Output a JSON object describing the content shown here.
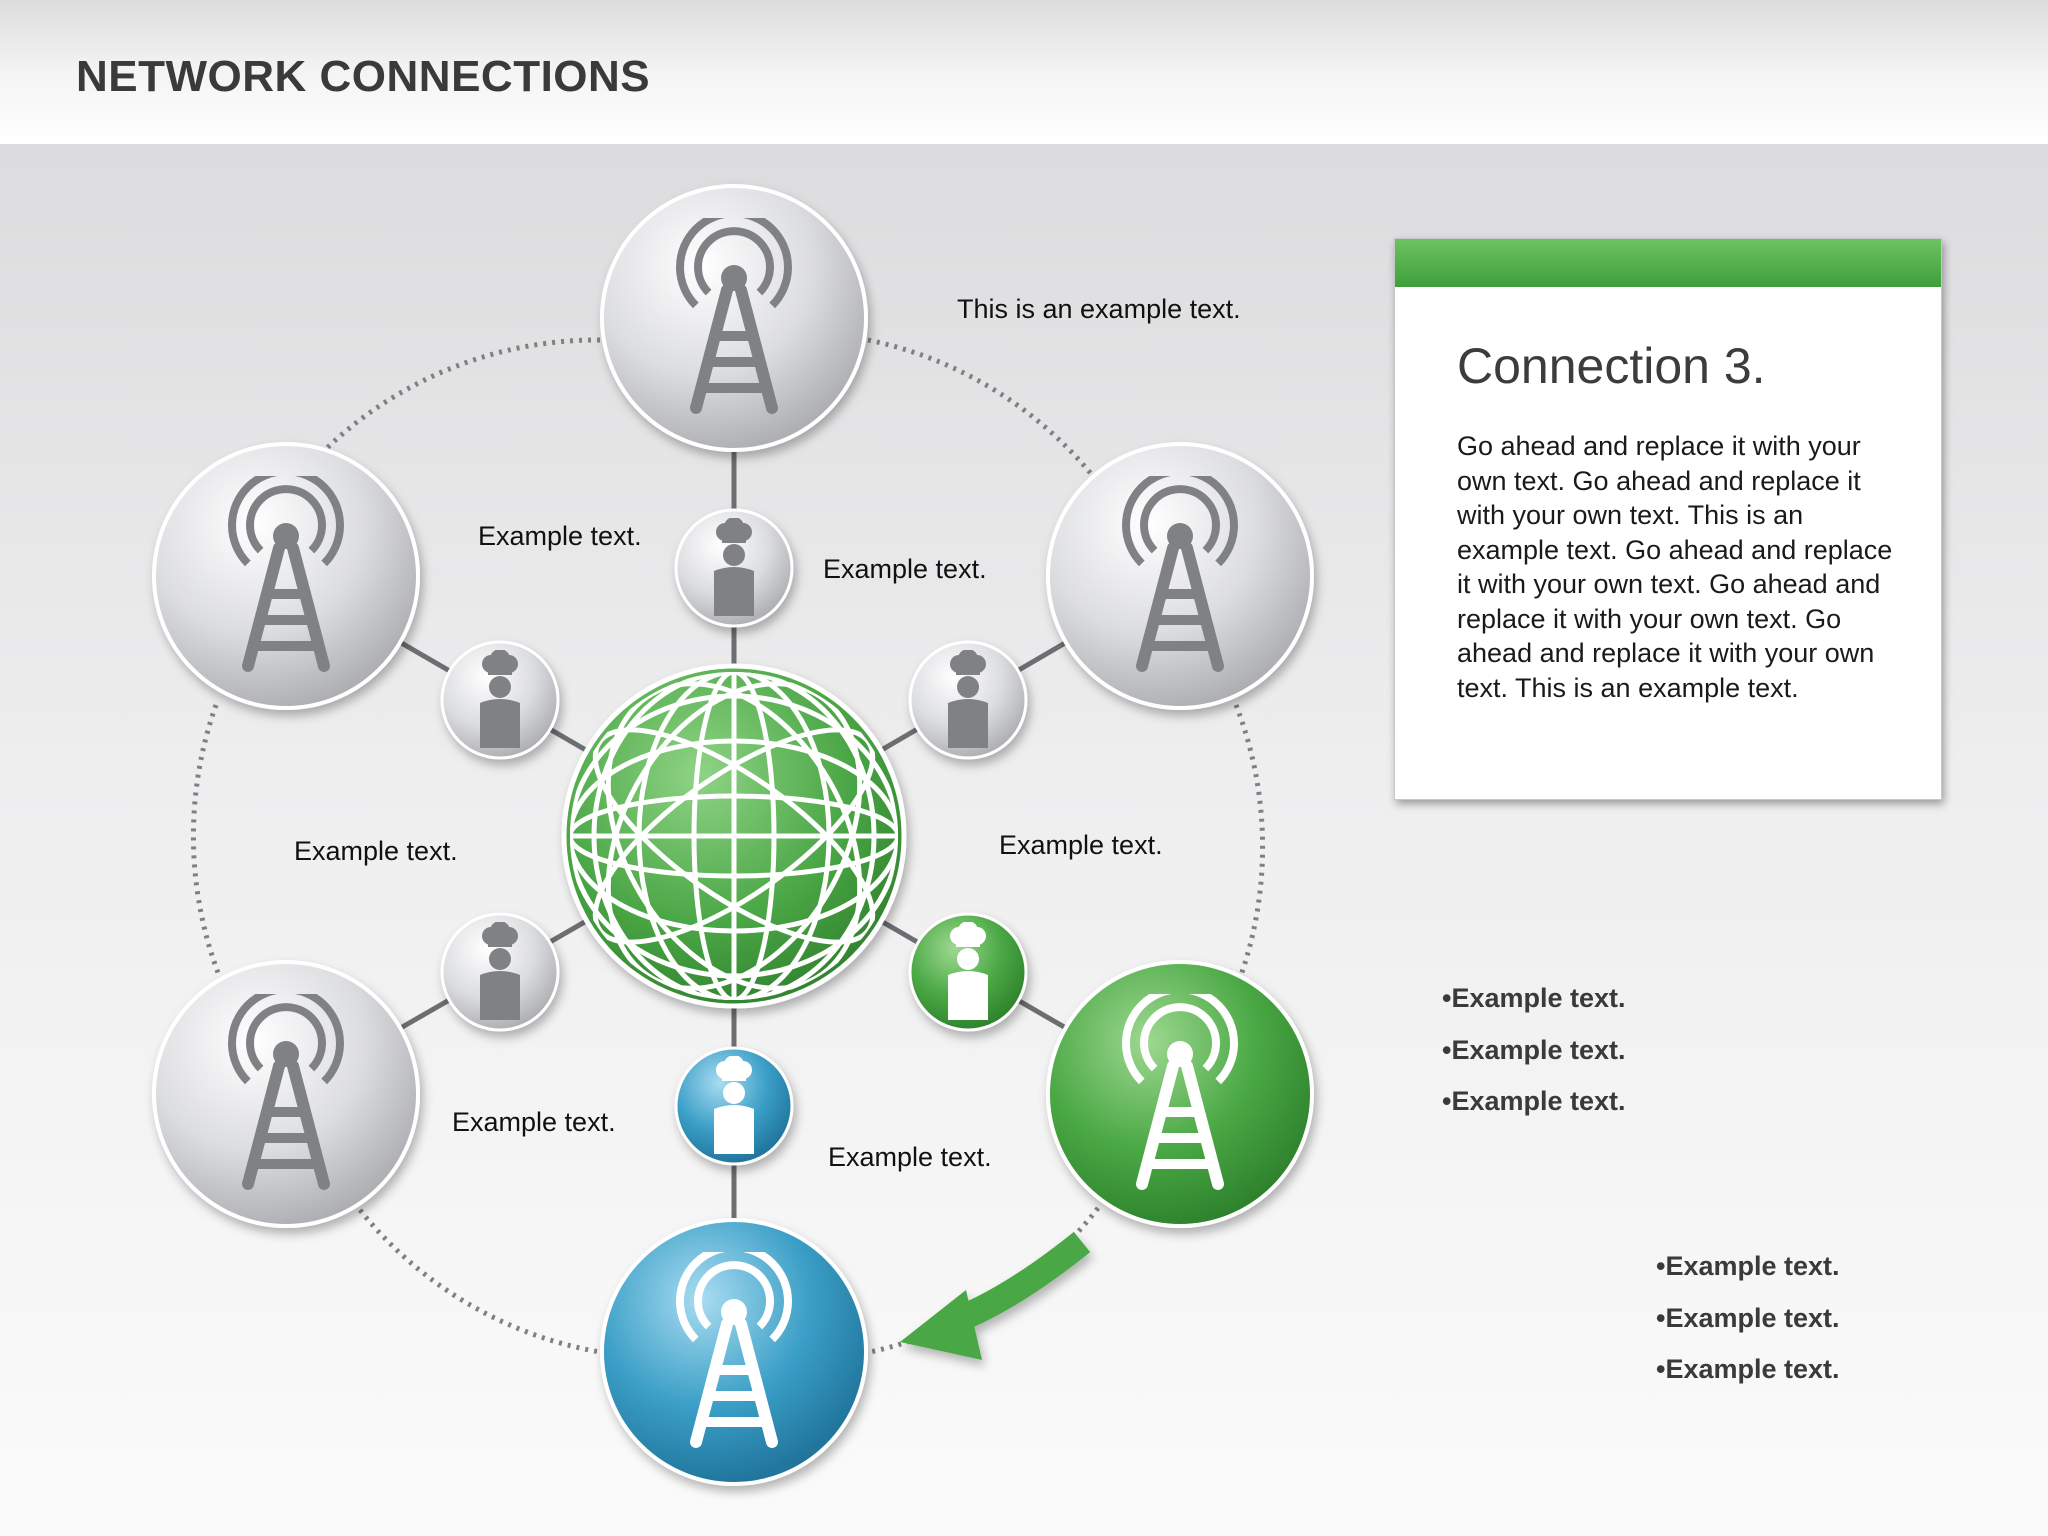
{
  "title": "NETWORK CONNECTIONS",
  "labels": {
    "top_right": "This is an example text.",
    "upper_left": "Example text.",
    "upper_right": "Example text.",
    "mid_left": "Example text.",
    "mid_right": "Example text.",
    "lower_left": "Example text.",
    "lower_right": "Example text."
  },
  "card": {
    "title": "Connection 3.",
    "body": "Go ahead and replace it with your own text. Go ahead and replace it with your own text. This is an example text. Go ahead and replace it with your own text. Go ahead and replace it with your own text. Go ahead and replace it with your own text. This is an example text."
  },
  "bullets_1": [
    "•Example text.",
    "•Example text.",
    "•Example text."
  ],
  "bullets_2": [
    "•Example text.",
    "•Example text.",
    "•Example text."
  ],
  "colors": {
    "green": "#4aa844",
    "blue": "#3a9ec6",
    "gray": "#b8b9bc",
    "icon_gray": "#808185"
  },
  "icons": {
    "tower": "radio-tower-icon",
    "person": "chef-person-icon",
    "center": "globe-icon",
    "arrow": "curved-arrow-icon"
  }
}
